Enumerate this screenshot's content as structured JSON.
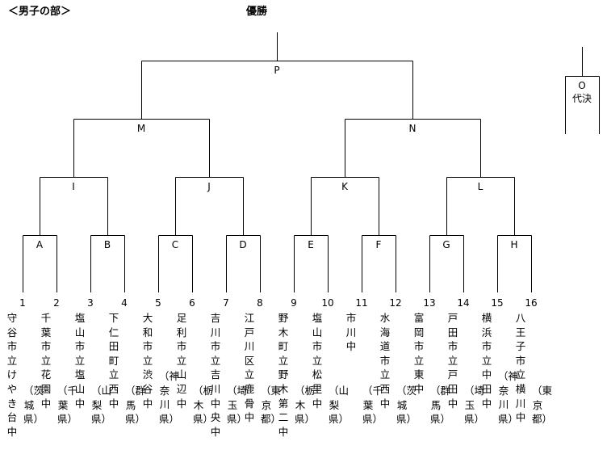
{
  "header": {
    "section": "＜男子の部＞",
    "final_title": "優勝"
  },
  "matches": {
    "P": "P",
    "M": "M",
    "N": "N",
    "I": "I",
    "J": "J",
    "K": "K",
    "L": "L",
    "A": "A",
    "B": "B",
    "C": "C",
    "D": "D",
    "E": "E",
    "F": "F",
    "G": "G",
    "H": "H"
  },
  "representative": {
    "match": "O",
    "label": "代決"
  },
  "teams": [
    {
      "seed": "1",
      "name": "守谷市立けやき台中",
      "pref": "（茨城県）"
    },
    {
      "seed": "2",
      "name": "千葉市立花園中",
      "pref": "（千葉県）"
    },
    {
      "seed": "3",
      "name": "塩山市立塩山中",
      "pref": "（山梨県）"
    },
    {
      "seed": "4",
      "name": "下仁田町立西中",
      "pref": "（群馬県）"
    },
    {
      "seed": "5",
      "name": "大和市立渋谷中",
      "pref": "（神奈川県）"
    },
    {
      "seed": "6",
      "name": "足利市立山辺中",
      "pref": "（栃木県）"
    },
    {
      "seed": "7",
      "name": "吉川市立吉川中央中",
      "pref": "（埼玉県）"
    },
    {
      "seed": "8",
      "name": "江戸川区立鹿骨中",
      "pref": "（東京都）"
    },
    {
      "seed": "9",
      "name": "野木町立野木第二中",
      "pref": "（栃木県）"
    },
    {
      "seed": "10",
      "name": "塩山市立松里中",
      "pref": "（山梨県）"
    },
    {
      "seed": "11",
      "name": "市川中",
      "pref": "（千葉県）"
    },
    {
      "seed": "12",
      "name": "水海道市立西中",
      "pref": "（茨城県）"
    },
    {
      "seed": "13",
      "name": "富岡市立東中",
      "pref": "（群馬県）"
    },
    {
      "seed": "14",
      "name": "戸田市立戸田中",
      "pref": "（埼玉県）"
    },
    {
      "seed": "15",
      "name": "横浜市立中田中",
      "pref": "（神奈川県）"
    },
    {
      "seed": "16",
      "name": "八王子市立横川中",
      "pref": "（東京都）"
    }
  ]
}
